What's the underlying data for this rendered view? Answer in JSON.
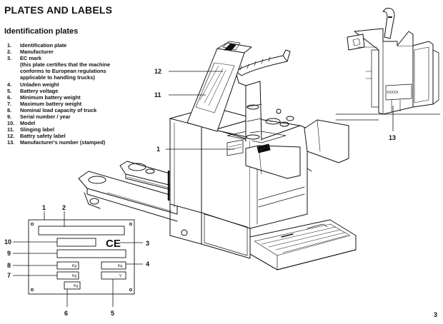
{
  "page": {
    "title": "PLATES AND LABELS",
    "subtitle": "Identification plates",
    "page_number": "3"
  },
  "items": [
    {
      "num": "1.",
      "text": "Identification  plate"
    },
    {
      "num": "2.",
      "text": "Manufacturer"
    },
    {
      "num": "3.",
      "text": "EC mark\n(this plate certifies that the machine\nconforms to European regulations\napplicable to handling trucks)"
    },
    {
      "num": "4.",
      "text": "Unladen  weight"
    },
    {
      "num": "5.",
      "text": "Battery  voltage"
    },
    {
      "num": "6.",
      "text": "Minimum  battery  weight"
    },
    {
      "num": "7.",
      "text": "Maximum  battery  weight"
    },
    {
      "num": "8.",
      "text": "Nominal load capacity of truck"
    },
    {
      "num": "9.",
      "text": "Serial  number  /  year"
    },
    {
      "num": "10.",
      "text": "Model"
    },
    {
      "num": "11.",
      "text": "Slinging  label"
    },
    {
      "num": "12.",
      "text": "Battry safety label"
    },
    {
      "num": "13.",
      "text": "Manufacturer's number (stamped)"
    }
  ],
  "plate": {
    "ce_mark": "CE",
    "unit_kg": "Kg",
    "unit_v": "V"
  },
  "side_view": {
    "stamp": "XXXXX"
  },
  "callouts": {
    "c1": "1",
    "c2": "2",
    "c3": "3",
    "c4": "4",
    "c5": "5",
    "c6": "6",
    "c7": "7",
    "c8": "8",
    "c9": "9",
    "c10": "10",
    "c11": "11",
    "c12": "12",
    "c13": "13"
  }
}
